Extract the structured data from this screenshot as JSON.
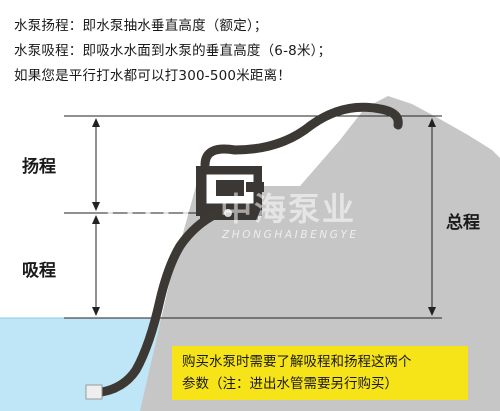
{
  "intro_lines": [
    "水泵扬程：即水泵抽水垂直高度（额定）；",
    "水泵吸程：即吸水水面到水泵的垂直高度（6-8米）；",
    "如果您是平行打水都可以打300-500米距离！"
  ],
  "labels": {
    "lift": "扬程",
    "suction": "吸程",
    "total": "总程"
  },
  "watermark": {
    "name": "中海泵业",
    "pinyin": "ZHONGHAIBENGYE"
  },
  "note_lines": [
    "购买水泵时需要了解吸程和扬程这两个",
    "参数（注：进出水管需要另行购买）"
  ],
  "colors": {
    "hill": "#c6c6c6",
    "water": "#bfe6f6",
    "note_bg": "#f6e419",
    "hose": "#3c3935"
  }
}
